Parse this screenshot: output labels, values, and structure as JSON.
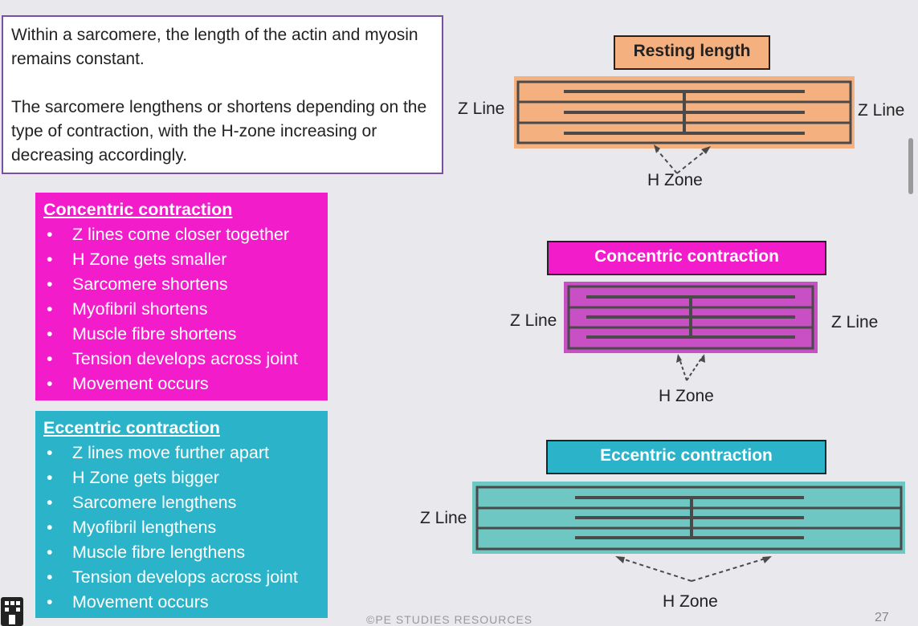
{
  "intro": {
    "p1": "Within a sarcomere, the length of the actin and myosin remains constant.",
    "p2": "The sarcomere lengthens or shortens depending on the type of contraction, with the H-zone increasing or decreasing accordingly."
  },
  "concentric": {
    "title": "Concentric contraction",
    "items": [
      "Z lines come closer together",
      "H Zone gets smaller",
      "Sarcomere shortens",
      "Myofibril shortens",
      "Muscle fibre shortens",
      "Tension develops across joint",
      "Movement occurs"
    ]
  },
  "eccentric": {
    "title": "Eccentric contraction",
    "items": [
      "Z lines move further apart",
      "H Zone gets bigger",
      "Sarcomere lengthens",
      "Myofibril  lengthens",
      "Muscle fibre lengthens",
      "Tension develops across joint",
      "Movement occurs"
    ]
  },
  "diagrams": {
    "resting": {
      "label": "Resting length",
      "z_left": "Z Line",
      "z_right": "Z Line",
      "h_zone": "H Zone",
      "fill": "#f5b07f"
    },
    "concentric": {
      "label": "Concentric contraction",
      "z_left": "Z Line",
      "z_right": "Z Line",
      "h_zone": "H Zone",
      "fill": "#c94fc4"
    },
    "eccentric": {
      "label": "Eccentric contraction",
      "z_left": "Z Line",
      "h_zone": "H Zone",
      "fill": "#6fc7c4"
    }
  },
  "colors": {
    "line": "#4a4a4a",
    "pink": "#f21ccb",
    "teal": "#2bb3c9",
    "orange": "#f5b07f"
  },
  "footer": "©PE STUDIES RESOURCES",
  "page_number": "27"
}
